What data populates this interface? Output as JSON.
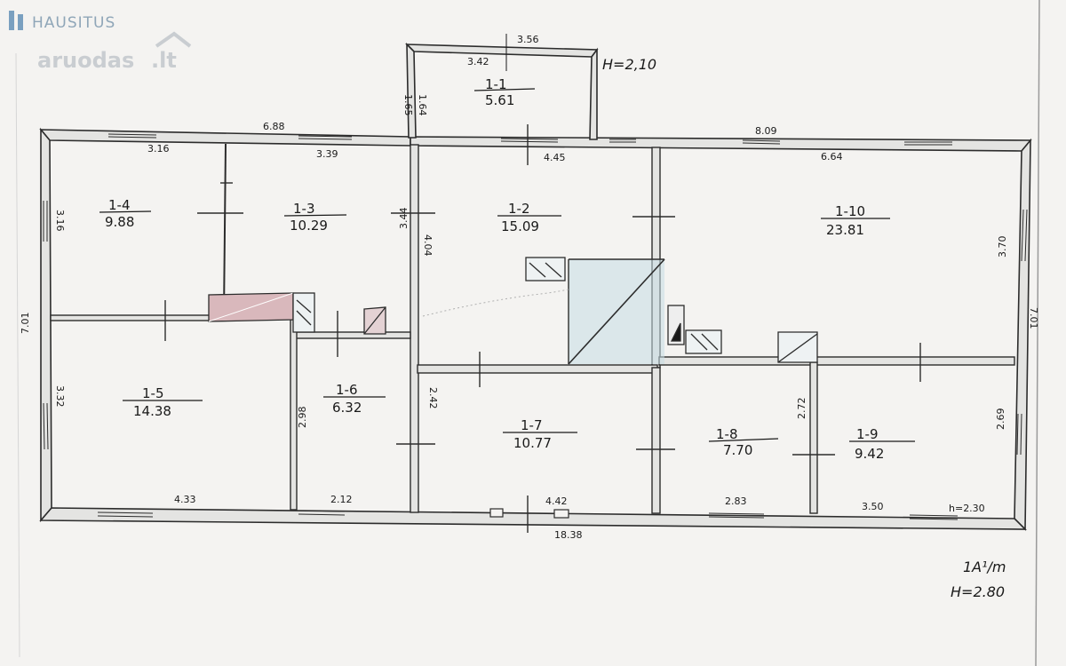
{
  "watermarks": {
    "hausitus": "HAUSITUS",
    "aruodas": "aruodas",
    "aruodas_tld": ".lt"
  },
  "rooms": [
    {
      "code": "1-1",
      "area": "5.61"
    },
    {
      "code": "1-2",
      "area": "15.09"
    },
    {
      "code": "1-3",
      "area": "10.29"
    },
    {
      "code": "1-4",
      "area": "9.88"
    },
    {
      "code": "1-5",
      "area": "14.38"
    },
    {
      "code": "1-6",
      "area": "6.32"
    },
    {
      "code": "1-7",
      "area": "10.77"
    },
    {
      "code": "1-8",
      "area": "7.70"
    },
    {
      "code": "1-9",
      "area": "9.42"
    },
    {
      "code": "1-10",
      "area": "23.81"
    }
  ],
  "dimensions": {
    "top_annex_width": "3.56",
    "top_annex_inner": "3.42",
    "annex_left_a": "1.65",
    "annex_left_b": "1.64",
    "top_left_total": "6.88",
    "r14_top": "3.16",
    "r13_top": "3.39",
    "r12_top": "4.45",
    "top_right_total": "8.09",
    "r110_top": "6.64",
    "left_r14": "3.16",
    "left_total": "7.01",
    "left_r15": "3.32",
    "r13_right": "3.44",
    "r12_left": "4.04",
    "right_r110": "3.70",
    "right_total": "7.01",
    "r16_left": "2.98",
    "r17_left": "2.42",
    "r18_right": "2.72",
    "r19_right": "2.69",
    "r15_bottom": "4.33",
    "r16_bottom": "2.12",
    "r17_bottom": "4.42",
    "bottom_total": "18.38",
    "r18_bottom": "2.83",
    "r19_bottom": "3.50",
    "h_bottom_right": "h=2.30"
  },
  "notes": {
    "annex_height": "H=2,10",
    "sheet_id": "1A¹/m",
    "ceiling_height": "H=2.80"
  },
  "colors": {
    "wall_fill": "#e4e4e2",
    "wall_stroke": "#2c2c2c",
    "paper": "#f4f3f1",
    "stove_pink": "#d9b8bc",
    "stair_blue": "#c6dde3"
  }
}
